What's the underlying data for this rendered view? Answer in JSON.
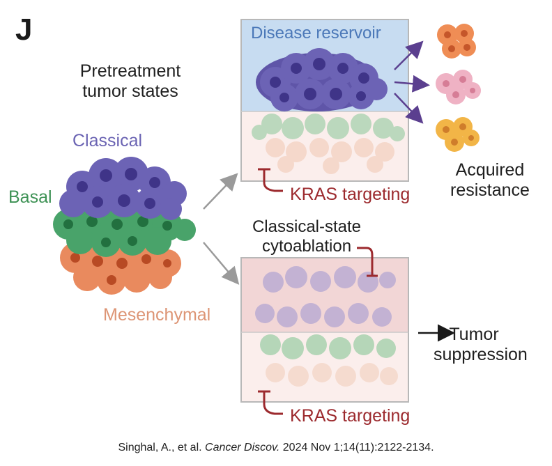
{
  "panel_letter": "J",
  "labels": {
    "pretreatment": "Pretreatment tumor states",
    "classical": "Classical",
    "basal": "Basal",
    "mesenchymal": "Mesenchymal",
    "disease_reservoir": "Disease reservoir",
    "acquired_resistance": "Acquired resistance",
    "kras_targeting_top": "KRAS targeting",
    "classical_state_cytoablation": "Classical-state cytoablation",
    "tumor_suppression": "Tumor suppression",
    "kras_targeting_bottom": "KRAS targeting"
  },
  "citation": {
    "authors": "Singhal, A., et al.",
    "journal": "Cancer Discov.",
    "details": "2024 Nov 1;14(11):2122-2134."
  },
  "colors": {
    "classical": "#6b64b3",
    "basal": "#3e9255",
    "mesenchymal": "#e07a4f",
    "reservoir_bg": "#c7dcf1",
    "kras_inhibitor": "#9c2a2e",
    "arrow_purple": "#5b3f8f",
    "arrow_gray": "#9a9a9a"
  },
  "icons": [
    "tumor-cluster-icon",
    "inhibition-bar-icon",
    "arrow-icon"
  ]
}
